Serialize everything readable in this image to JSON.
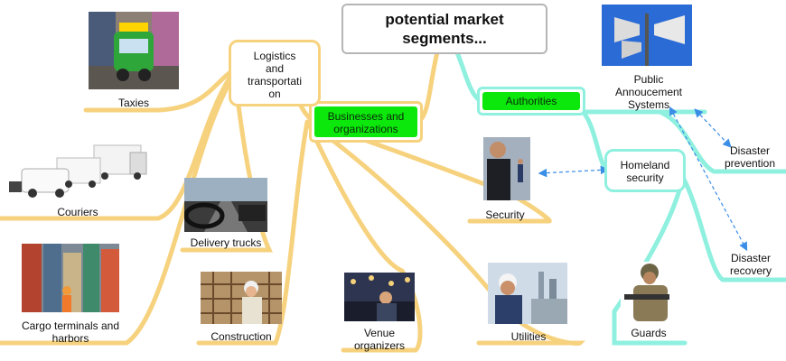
{
  "root": {
    "line1": "potential market",
    "line2": "segments..."
  },
  "branches": {
    "businesses": {
      "line1": "Businesses and",
      "line2": "organizations"
    },
    "authorities": {
      "label": "Authorities"
    }
  },
  "nodes": {
    "logistics": {
      "l1": "Logistics",
      "l2": "and",
      "l3": "transportati",
      "l4": "on"
    },
    "homeland": {
      "l1": "Homeland",
      "l2": "security"
    },
    "public_announcement": {
      "l1": "Public",
      "l2": "Annoucement",
      "l3": "Systems"
    }
  },
  "leaves": {
    "taxies": "Taxies",
    "couriers": "Couriers",
    "delivery_trucks": "Delivery trucks",
    "cargo_l1": "Cargo terminals and",
    "cargo_l2": "harbors",
    "construction": "Construction",
    "venue_l1": "Venue",
    "venue_l2": "organizers",
    "utilities": "Utilities",
    "security": "Security",
    "guards": "Guards",
    "disaster_prev_l1": "Disaster",
    "disaster_prev_l2": "prevention",
    "disaster_rec_l1": "Disaster",
    "disaster_rec_l2": "recovery"
  },
  "colors": {
    "yellow_branch": "#f7d27e",
    "cyan_branch": "#8ff0df",
    "green_node": "#0ce80c",
    "dashed_link": "#3a8ee6"
  }
}
